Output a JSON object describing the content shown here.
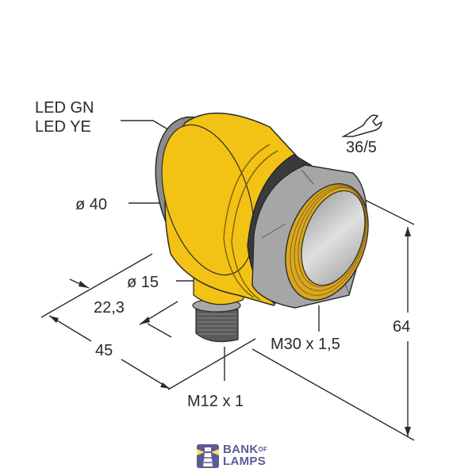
{
  "diagram": {
    "title": "Sensor dimensional drawing",
    "colors": {
      "housing_yellow": "#f2c214",
      "thread_gold": "#d9a820",
      "metal_gray": "#a8a8a8",
      "lens_gray": "#d0d0d0",
      "dark": "#2a2a2a",
      "logo_purple": "#5b5b95",
      "logo_yellow": "#f3e36a"
    },
    "labels": {
      "led_gn": "LED GN",
      "led_ye": "LED YE",
      "wrench_size": "36/5",
      "diameter_body": "ø 40",
      "diameter_connector": "ø 15",
      "dim_22_3": "22,3",
      "dim_45": "45",
      "dim_64": "64",
      "thread_front": "M30 x 1,5",
      "thread_connector": "M12 x 1"
    },
    "icons": {
      "wrench": "wrench-icon"
    },
    "logo": {
      "line1": "BANK",
      "of": "OF",
      "line2": "LAMPS"
    }
  }
}
